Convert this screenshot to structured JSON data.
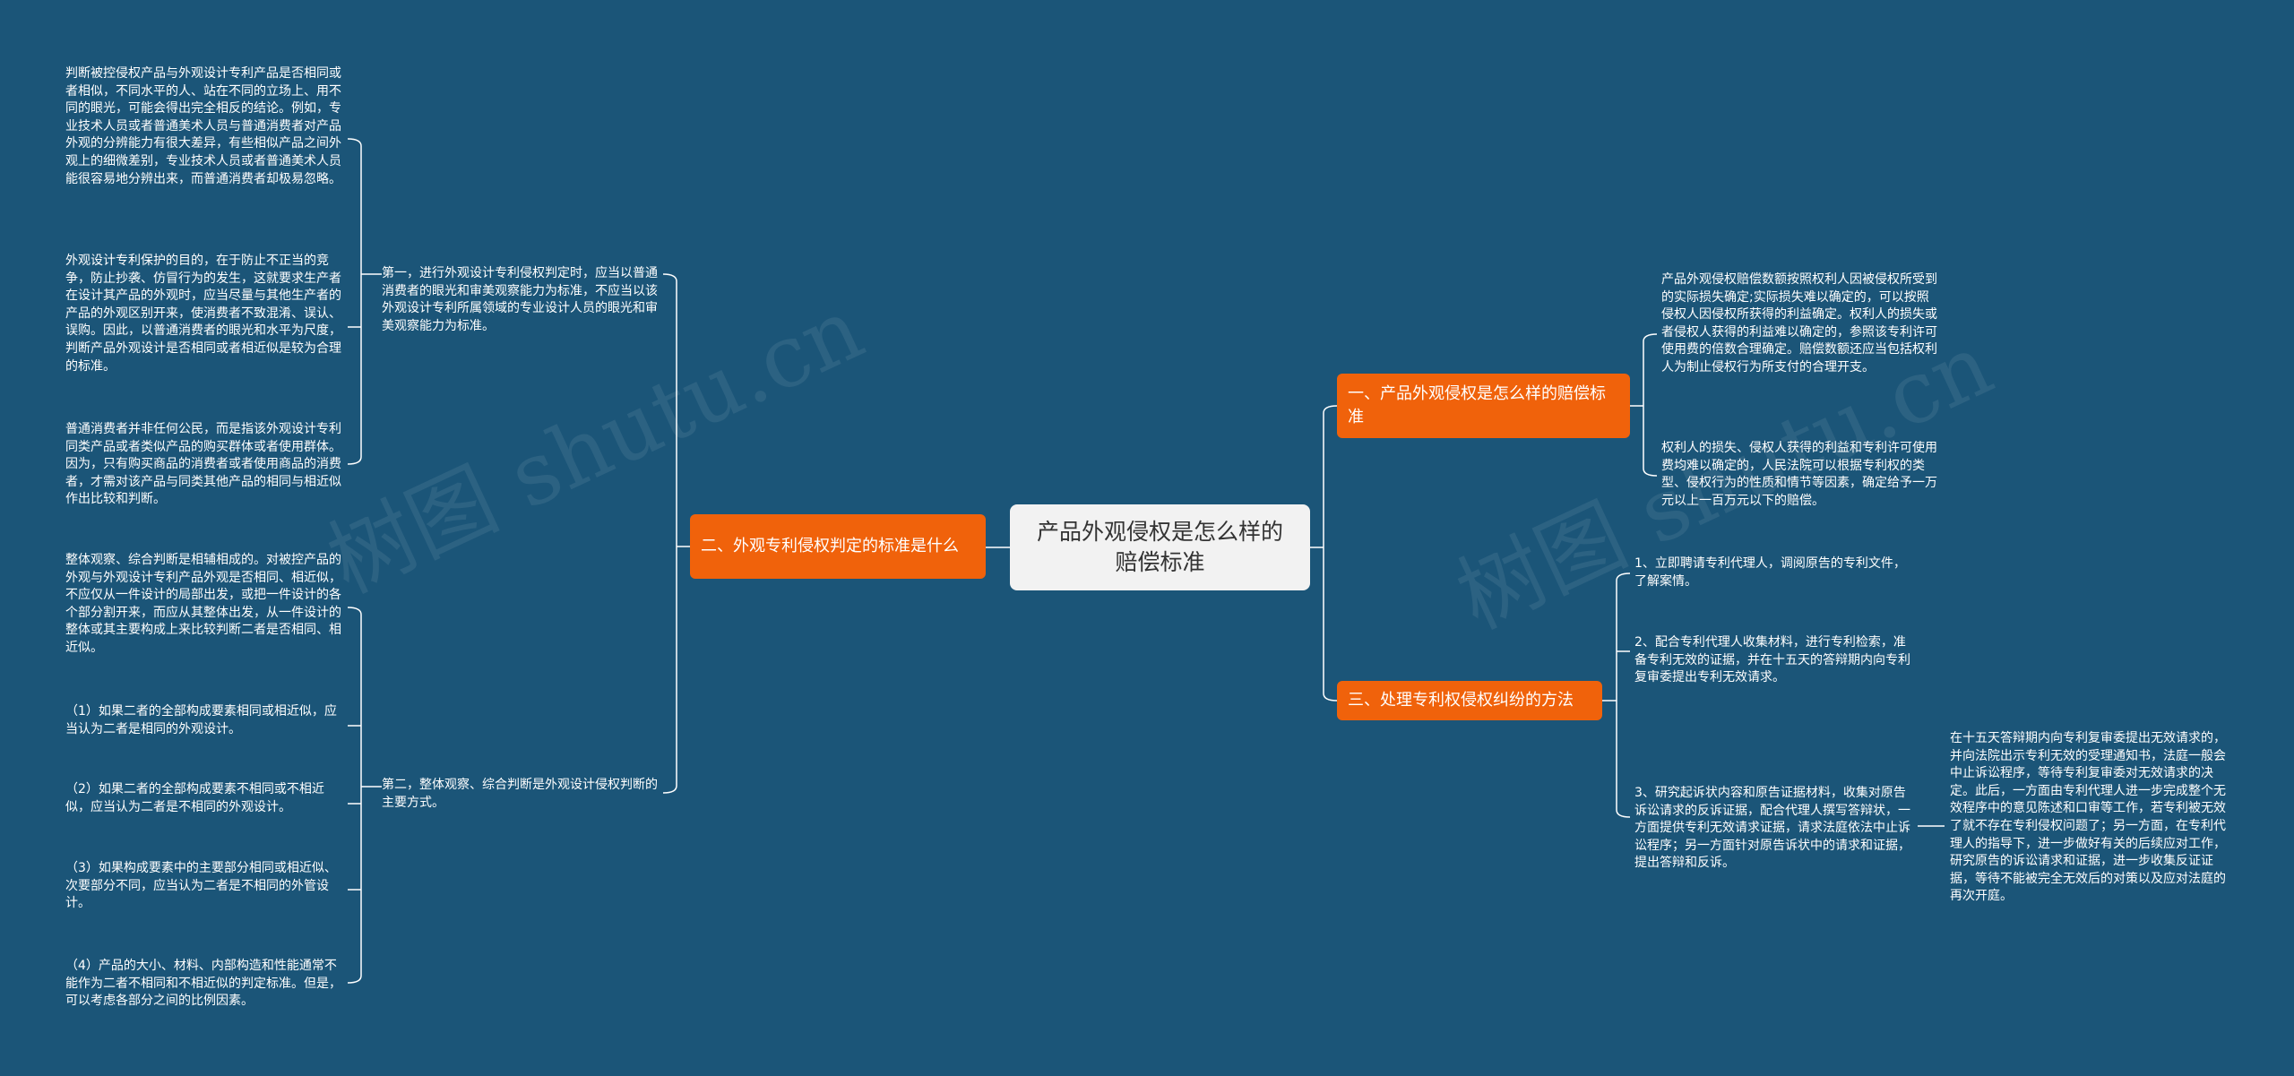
{
  "root": {
    "label": "产品外观侵权是怎么样的赔偿标准"
  },
  "watermark": "树图 shutu.cn",
  "branches": {
    "b1": {
      "label": "二、外观专利侵权判定的标准是什么",
      "sub1": {
        "label": "第一，进行外观设计专利侵权判定时，应当以普通消费者的眼光和审美观察能力为标准，不应当以该外观设计专利所属领域的专业设计人员的眼光和审美观察能力为标准。",
        "items": [
          "判断被控侵权产品与外观设计专利产品是否相同或者相似，不同水平的人、站在不同的立场上、用不同的眼光，可能会得出完全相反的结论。例如，专业技术人员或者普通美术人员与普通消费者对产品外观的分辨能力有很大差异，有些相似产品之间外观上的细微差别，专业技术人员或者普通美术人员能很容易地分辨出来，而普通消费者却极易忽略。",
          "外观设计专利保护的目的，在于防止不正当的竞争，防止抄袭、仿冒行为的发生，这就要求生产者在设计其产品的外观时，应当尽量与其他生产者的产品的外观区别开来，使消费者不致混淆、误认、误购。因此，以普通消费者的眼光和水平为尺度，判断产品外观设计是否相同或者相近似是较为合理的标准。",
          "普通消费者并非任何公民，而是指该外观设计专利同类产品或者类似产品的购买群体或者使用群体。因为，只有购买商品的消费者或者使用商品的消费者，才需对该产品与同类其他产品的相同与相近似作出比较和判断。"
        ]
      },
      "sub2": {
        "label": "第二，整体观察、综合判断是外观设计侵权判断的主要方式。",
        "items": [
          "整体观察、综合判断是相辅相成的。对被控产品的外观与外观设计专利产品外观是否相同、相近似，不应仅从一件设计的局部出发，或把一件设计的各个部分割开来，而应从其整体出发，从一件设计的整体或其主要构成上来比较判断二者是否相同、相近似。",
          "（1）如果二者的全部构成要素相同或相近似，应当认为二者是相同的外观设计。",
          "（2）如果二者的全部构成要素不相同或不相近似，应当认为二者是不相同的外观设计。",
          "（3）如果构成要素中的主要部分相同或相近似、次要部分不同，应当认为二者是不相同的外管设计。",
          "（4）产品的大小、材料、内部构造和性能通常不能作为二者不相同和不相近似的判定标准。但是，可以考虑各部分之间的比例因素。"
        ]
      }
    },
    "b2": {
      "label": "一、产品外观侵权是怎么样的赔偿标准",
      "items": [
        "产品外观侵权赔偿数额按照权利人因被侵权所受到的实际损失确定;实际损失难以确定的，可以按照侵权人因侵权所获得的利益确定。权利人的损失或者侵权人获得的利益难以确定的，参照该专利许可使用费的倍数合理确定。赔偿数额还应当包括权利人为制止侵权行为所支付的合理开支。",
        "权利人的损失、侵权人获得的利益和专利许可使用费均难以确定的，人民法院可以根据专利权的类型、侵权行为的性质和情节等因素，确定给予一万元以上一百万元以下的赔偿。"
      ]
    },
    "b3": {
      "label": "三、处理专利权侵权纠纷的方法",
      "items": [
        "1、立即聘请专利代理人，调阅原告的专利文件，了解案情。",
        "2、配合专利代理人收集材料，进行专利检索，准备专利无效的证据，并在十五天的答辩期内向专利复审委提出专利无效请求。",
        "3、研究起诉状内容和原告证据材料，收集对原告诉讼请求的反诉证据，配合代理人撰写答辩状，一方面提供专利无效请求证据，请求法庭依法中止诉讼程序；另一方面针对原告诉状中的请求和证据，提出答辩和反诉。"
      ],
      "detail": "在十五天答辩期内向专利复审委提出无效请求的，并向法院出示专利无效的受理通知书，法庭一般会中止诉讼程序，等待专利复审委对无效请求的决定。此后，一方面由专利代理人进一步完成整个无效程序中的意见陈述和口审等工作，若专利被无效了就不存在专利侵权问题了；另一方面，在专利代理人的指导下，进一步做好有关的后续应对工作，研究原告的诉讼请求和证据，进一步收集反证证据，等待不能被完全无效后的对策以及应对法庭的再次开庭。"
    }
  }
}
